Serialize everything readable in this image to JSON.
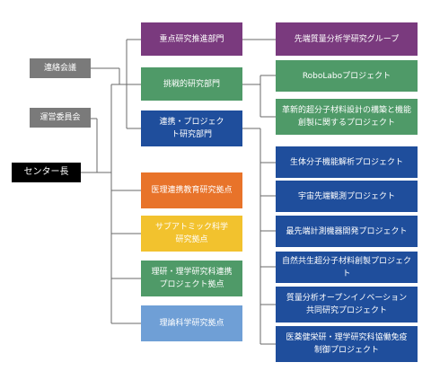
{
  "center_head": {
    "label": "センター長",
    "color": "#000000"
  },
  "councils": [
    {
      "label": "連絡会議",
      "color": "#7a7a7a"
    },
    {
      "label": "運営委員会",
      "color": "#7a7a7a"
    }
  ],
  "departments": [
    {
      "label": "重点研究推進部門",
      "color": "#7a3a7e"
    },
    {
      "label": "挑戦的研究部門",
      "color": "#4f9a68"
    },
    {
      "label": "連携・プロジェクト研究部門",
      "color": "#1f4e9c"
    }
  ],
  "centers": [
    {
      "label": "医理連携教育研究拠点",
      "color": "#e8732a"
    },
    {
      "label": "サブアトミック科学研究拠点",
      "color": "#f2c22e"
    },
    {
      "label": "理研・理学研究科連携プロジェクト拠点",
      "color": "#4f9a68"
    },
    {
      "label": "理論科学研究拠点",
      "color": "#6f9fd6"
    }
  ],
  "projects": [
    {
      "label": "先端質量分析学研究グループ",
      "color": "#7a3a7e"
    },
    {
      "label": "RoboLaboプロジェクト",
      "color": "#4f9a68"
    },
    {
      "label": "革新的超分子材料設計の構築と機能創製に関するプロジェクト",
      "color": "#4f9a68"
    },
    {
      "label": "生体分子機能解析プロジェクト",
      "color": "#1f4e9c"
    },
    {
      "label": "宇宙先端観測プロジェクト",
      "color": "#1f4e9c"
    },
    {
      "label": "最先端計測機器開発プロジェクト",
      "color": "#1f4e9c"
    },
    {
      "label": "自然共生超分子材料創製プロジェクト",
      "color": "#1f4e9c"
    },
    {
      "label": "質量分析オープンイノベーション共同研究プロジェクト",
      "color": "#1f4e9c"
    },
    {
      "label": "医薬健栄研・理学研究科協働免疫制御プロジェクト",
      "color": "#1f4e9c"
    }
  ]
}
